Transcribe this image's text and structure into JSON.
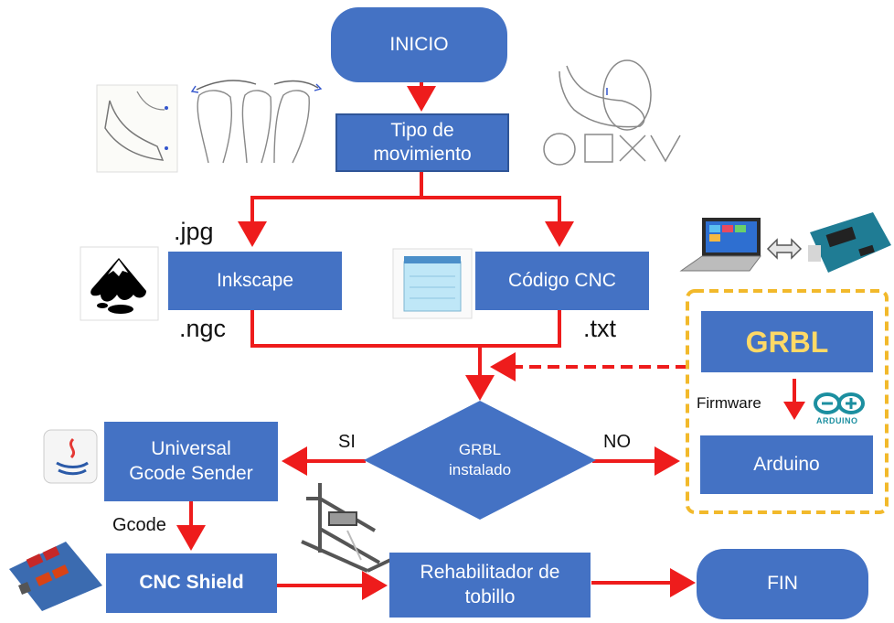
{
  "nodes": {
    "inicio": "INICIO",
    "tipo": "Tipo de\nmovimiento",
    "inkscape": "Inkscape",
    "codigo": "Código CNC",
    "grbl_decision": "GRBL\ninstalado",
    "ugs": "Universal\nGcode Sender",
    "cnc_shield": "CNC Shield",
    "rehab": "Rehabilitador de\ntobillo",
    "fin": "FIN",
    "grbl": "GRBL",
    "arduino": "Arduino"
  },
  "labels": {
    "jpg": ".jpg",
    "ngc": ".ngc",
    "txt": ".txt",
    "si": "SI",
    "no": "NO",
    "gcode": "Gcode",
    "firmware": "Firmware",
    "arduino_logo": "ARDUINO"
  },
  "colors": {
    "box": "#4472c4",
    "arrow": "#ee1c1c",
    "dashed_border": "#f2b92b",
    "grbl_text": "#ffd966"
  },
  "icons": [
    "foot-sketch",
    "foot-movement-sketch",
    "shapes-circle-square-x-v",
    "inkscape-logo",
    "notepad-icon",
    "laptop",
    "double-arrow",
    "arduino-board",
    "java-icon",
    "cnc-shield-board",
    "cnc-machine",
    "arduino-logo"
  ]
}
